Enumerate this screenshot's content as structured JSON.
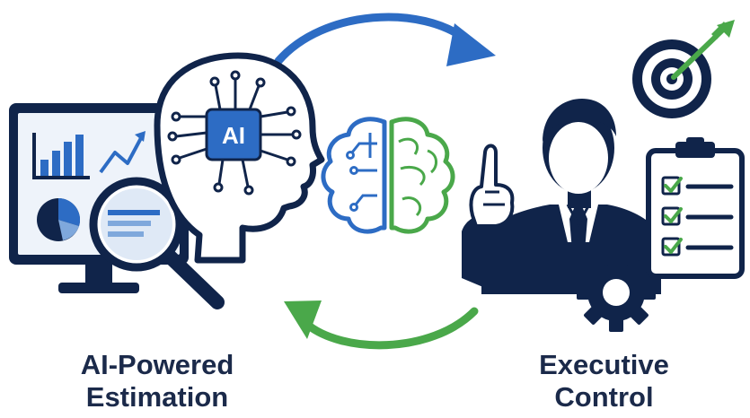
{
  "labels": {
    "left_line1": "AI-Powered",
    "left_line2": "Estimation",
    "right_line1": "Executive",
    "right_line2": "Control"
  },
  "chip_text": "AI",
  "colors": {
    "navy": "#10244a",
    "blue": "#2d6cc4",
    "green": "#4aa84a",
    "screen": "#eef3fa"
  },
  "icons": [
    "monitor-icon",
    "bar-chart-icon",
    "line-chart-icon",
    "pie-chart-icon",
    "magnifier-icon",
    "ai-head-icon",
    "ai-chip-icon",
    "brain-icon",
    "businessman-icon",
    "gear-icon",
    "target-icon",
    "checklist-icon",
    "arrow-top-icon",
    "arrow-bottom-icon"
  ]
}
